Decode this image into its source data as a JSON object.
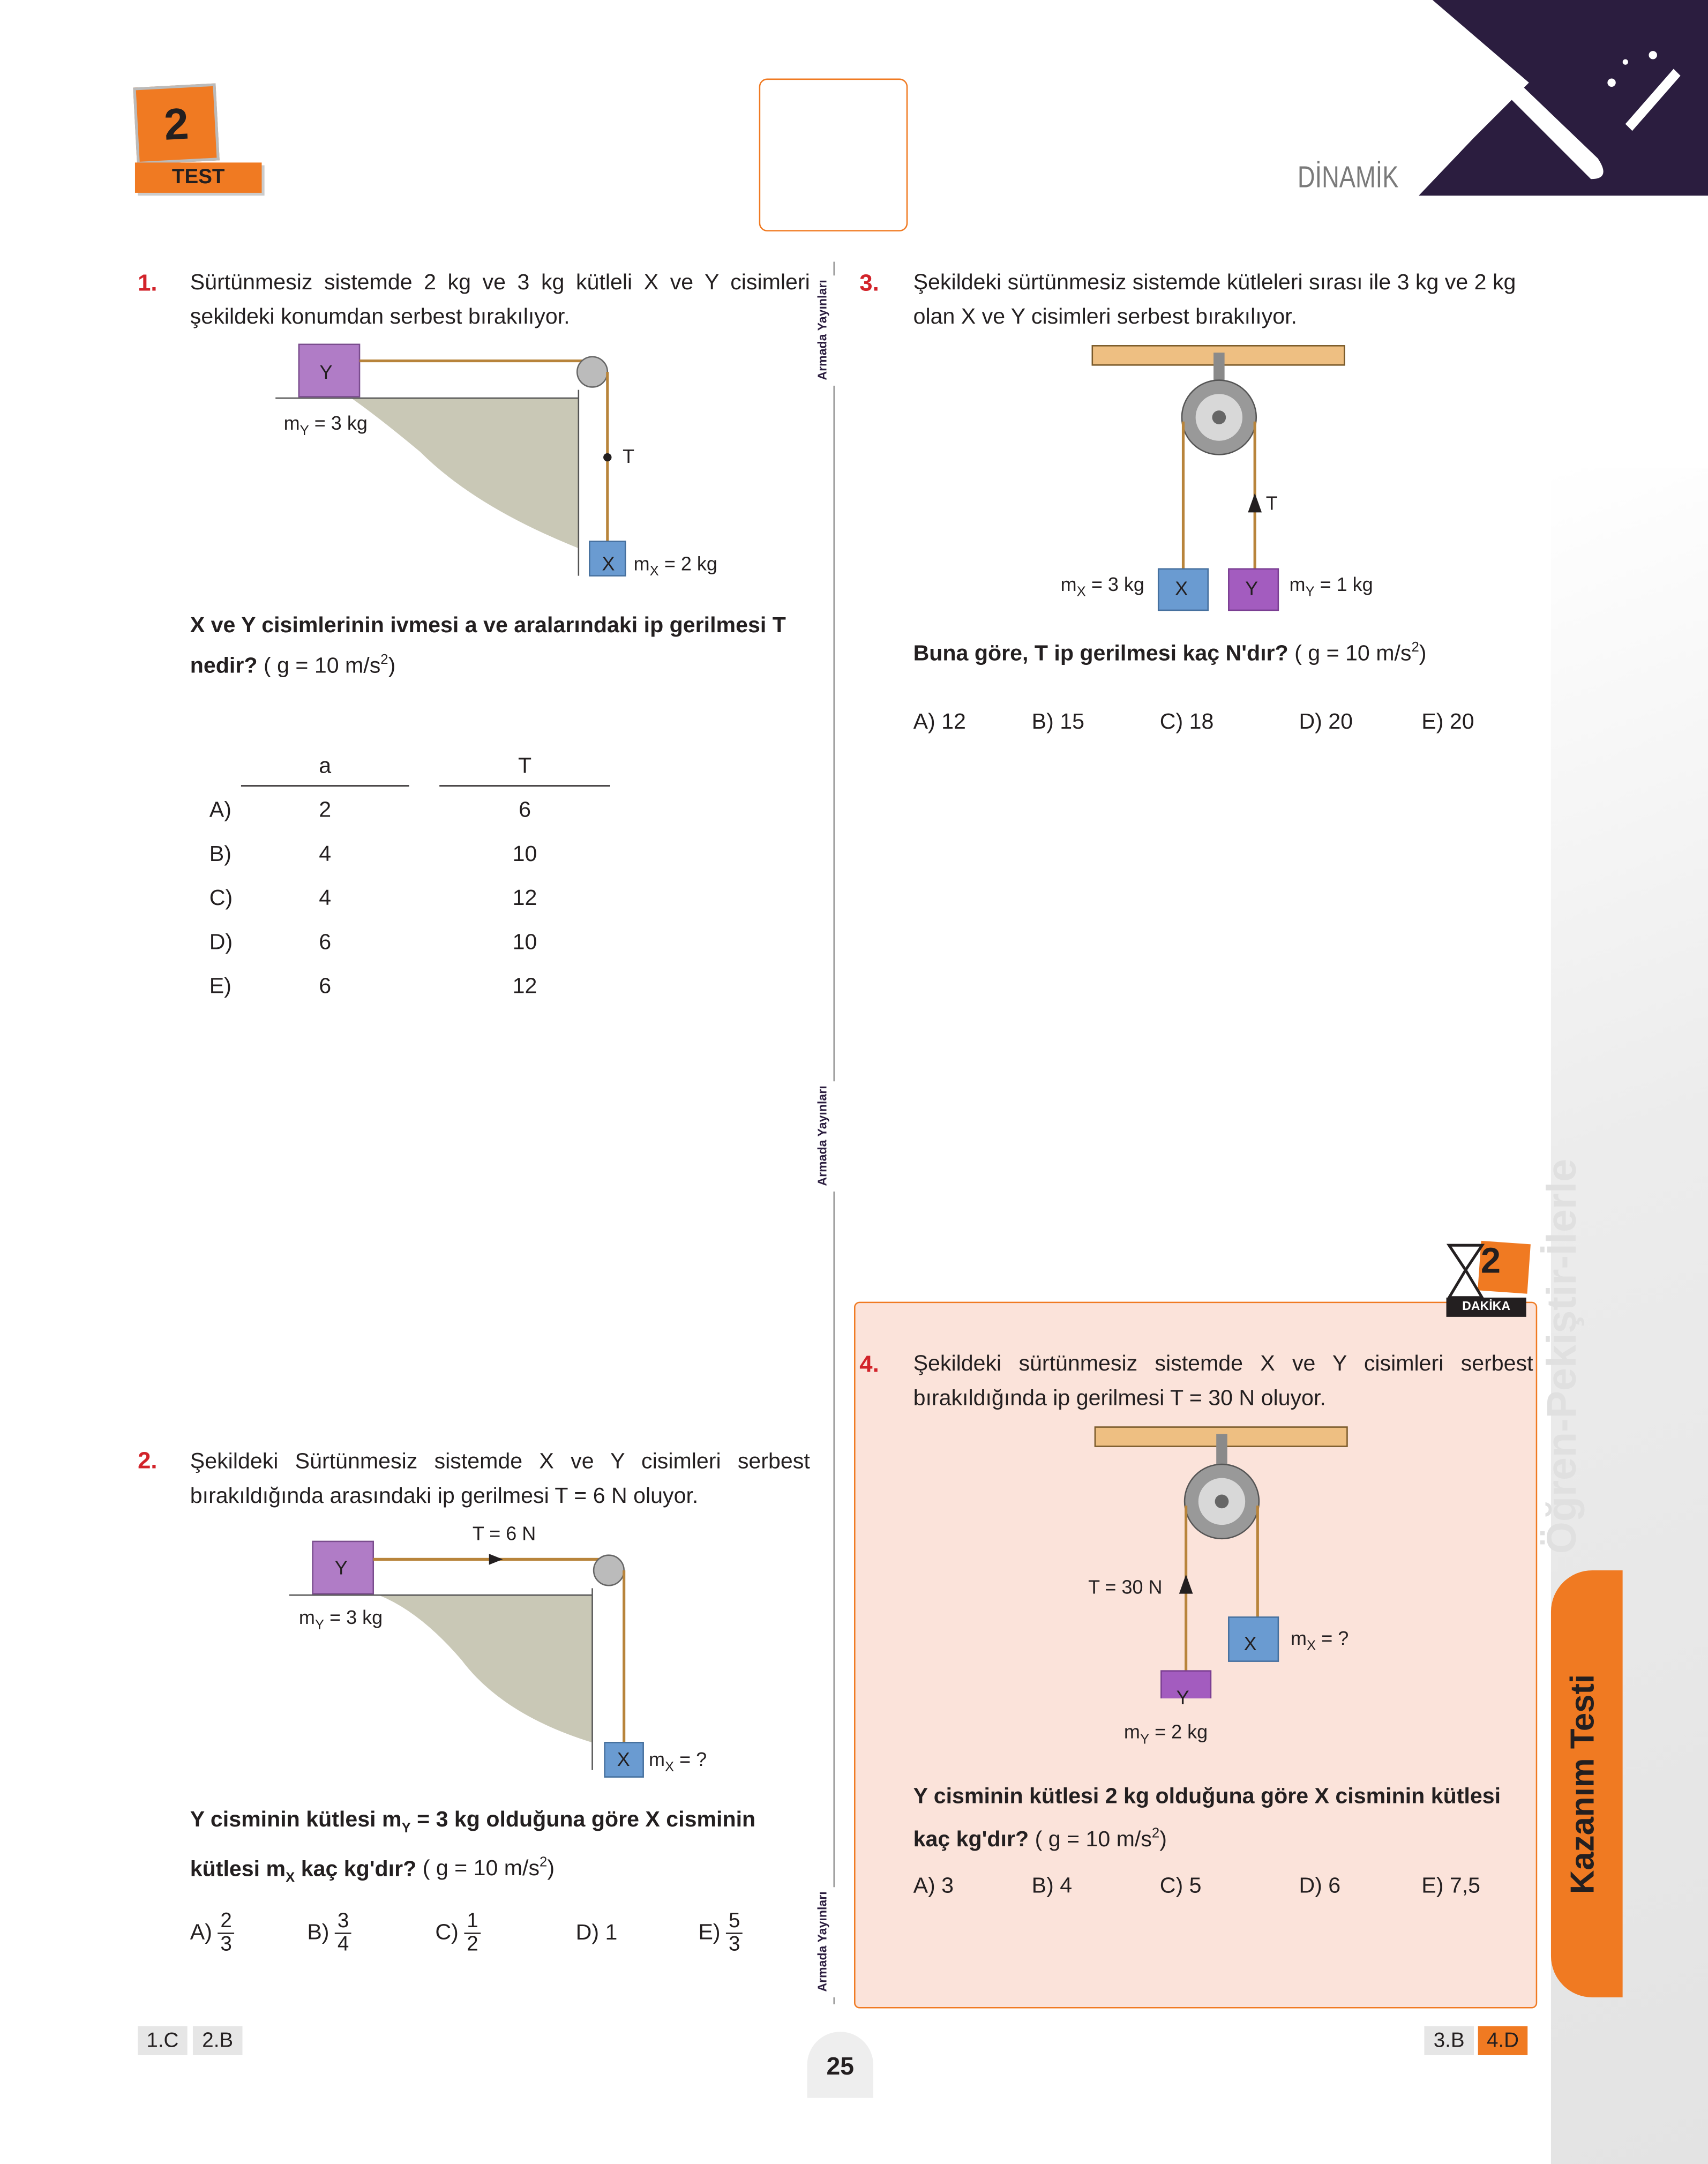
{
  "header": {
    "test_number": "2",
    "test_label": "TEST",
    "topic": "DİNAMİK"
  },
  "brand": {
    "logo_text": "Armada Yayınları"
  },
  "side": {
    "watermark": "Öğren-Pekiştir-İlerle",
    "tab_label": "Kazanım Testi"
  },
  "badge": {
    "number": "2",
    "label": "DAKİKA"
  },
  "q1": {
    "number": "1.",
    "text": "Sürtünmesiz sistemde 2 kg ve 3 kg kütleli X ve Y cisimleri şekildeki konumdan serbest bırakılıyor.",
    "fig": {
      "y": "Y",
      "my": "m",
      "my_sub": "Y",
      "my_val": "= 3 kg",
      "t": "T",
      "x": "X",
      "mx": "m",
      "mx_sub": "X",
      "mx_val": "= 2 kg"
    },
    "question_bold": "X ve Y cisimlerinin ivmesi a ve aralarındaki ip gerilmesi T nedir?",
    "g": "( g = 10 m/s",
    "g_end": ")",
    "table": {
      "headers": [
        "a",
        "T"
      ],
      "rows": [
        [
          "A)",
          "2",
          "6"
        ],
        [
          "B)",
          "4",
          "10"
        ],
        [
          "C)",
          "4",
          "12"
        ],
        [
          "D)",
          "6",
          "10"
        ],
        [
          "E)",
          "6",
          "12"
        ]
      ]
    }
  },
  "q2": {
    "number": "2.",
    "text": "Şekildeki Sürtünmesiz sistemde X ve Y cisimleri serbest bırakıldığında arasındaki ip gerilmesi T = 6 N oluyor.",
    "fig": {
      "t": "T = 6 N",
      "y": "Y",
      "my": "m",
      "my_sub": "Y",
      "my_val": "= 3 kg",
      "x": "X",
      "mx": "m",
      "mx_sub": "X",
      "mx_val": "= ?"
    },
    "q_a": "Y cisminin kütlesi m",
    "q_a_sub": "Y",
    "q_b": " = 3 kg olduğuna göre X cisminin",
    "q_c": "kütlesi m",
    "q_c_sub": "X",
    "q_d": " kaç kg'dır?",
    "g": "( g = 10 m/s",
    "g_end": ")",
    "options": [
      {
        "label": "A)",
        "num": "2",
        "den": "3"
      },
      {
        "label": "B)",
        "num": "3",
        "den": "4"
      },
      {
        "label": "C)",
        "num": "1",
        "den": "2"
      },
      {
        "label": "D)",
        "value": "1"
      },
      {
        "label": "E)",
        "num": "5",
        "den": "3"
      }
    ]
  },
  "q3": {
    "number": "3.",
    "text": "Şekildeki sürtünmesiz sistemde kütleleri sırası ile 3 kg ve 2 kg olan X ve Y cisimleri serbest bırakılıyor.",
    "fig": {
      "t": "T",
      "x": "X",
      "mx": "m",
      "mx_sub": "X",
      "mx_val": "= 3 kg",
      "y": "Y",
      "my": "m",
      "my_sub": "Y",
      "my_val": "= 1 kg"
    },
    "question_bold": "Buna göre, T ip gerilmesi kaç N'dır?",
    "g": "( g = 10 m/s",
    "g_end": ")",
    "options": [
      "A) 12",
      "B) 15",
      "C) 18",
      "D) 20",
      "E) 20"
    ]
  },
  "q4": {
    "number": "4.",
    "text": "Şekildeki sürtünmesiz sistemde X ve Y cisimleri serbest bırakıldığında ip gerilmesi T  = 30 N oluyor.",
    "fig": {
      "t": "T = 30 N",
      "x": "X",
      "mx": "m",
      "mx_sub": "X",
      "mx_val": "= ?",
      "y": "Y",
      "my": "m",
      "my_sub": "Y",
      "my_val": "= 2 kg"
    },
    "question_bold": "Y cisminin kütlesi 2 kg olduğuna göre X cisminin kütlesi kaç kg'dır?",
    "g": "( g = 10 m/s",
    "g_end": ")",
    "options": [
      "A) 3",
      "B) 4",
      "C) 5",
      "D) 6",
      "E) 7,5"
    ]
  },
  "footer": {
    "answers_left": [
      "1.C",
      "2.B"
    ],
    "answers_right": [
      "3.B",
      "4.D"
    ],
    "page_number": "25"
  },
  "colors": {
    "accent": "#f07a22",
    "red": "#d2232a",
    "purple_dark": "#2b1d3f",
    "pink_box": "#fbe3da",
    "block_x": "#6a9bd1",
    "block_y": "#a35cbf"
  }
}
